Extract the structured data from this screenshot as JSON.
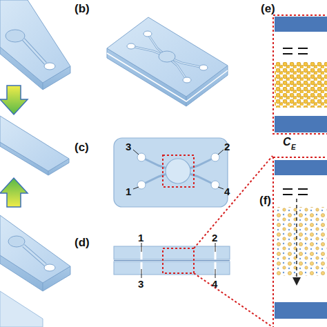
{
  "diagram": {
    "labels": [
      "(b)",
      "(e)",
      "(c)",
      "3",
      "2",
      "1",
      "4",
      "(f)",
      "(d)",
      "1",
      "2",
      "3",
      "4",
      "C",
      "E"
    ]
  }
}
